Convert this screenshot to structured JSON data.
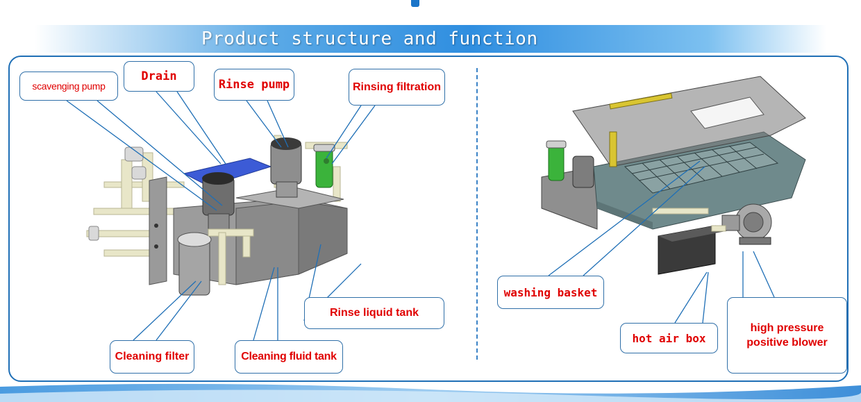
{
  "header": {
    "title": "Product structure and function"
  },
  "left_panel": {
    "labels": {
      "scavenging_pump": "scavenging pump",
      "drain": "Drain",
      "rinse_pump": "Rinse pump",
      "rinsing_filtration": "Rinsing filtration",
      "rinse_liquid_tank": "Rinse liquid tank",
      "cleaning_filter": "Cleaning filter",
      "cleaning_fluid_tank": "Cleaning fluid tank"
    }
  },
  "right_panel": {
    "labels": {
      "washing_basket": "washing basket",
      "hot_air_box": "hot air box",
      "high_pressure_positive_blower": "high pressure positive blower"
    }
  },
  "colors": {
    "accent_blue": "#1f6fb6",
    "label_red": "#e00000",
    "tank_gray": "#8a8a8a",
    "pump_blue": "#3c5bd6",
    "filter_green": "#3bb33b",
    "pipe_beige": "#e8e6c8"
  }
}
